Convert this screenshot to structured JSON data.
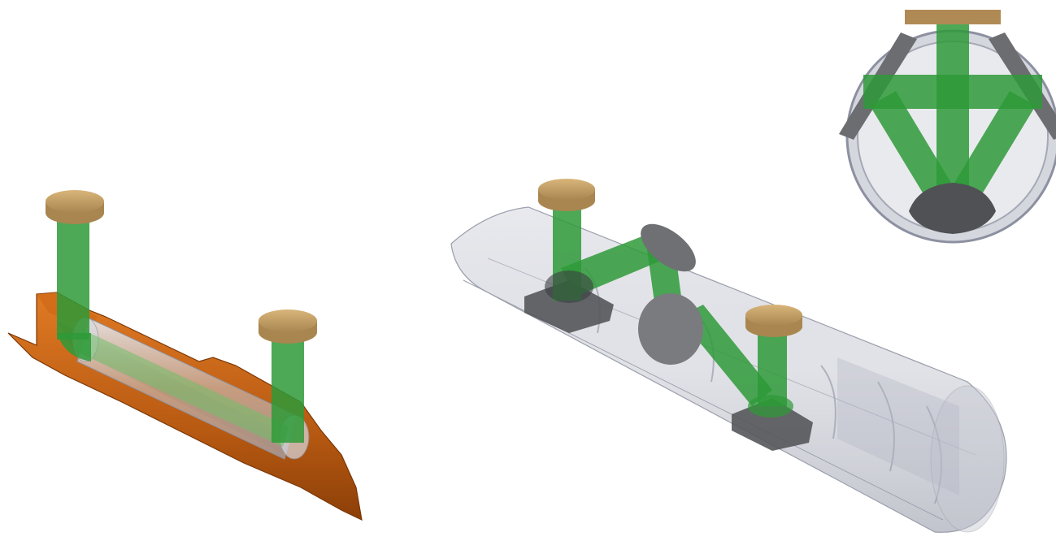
{
  "figure": {
    "panels": [
      {
        "id": "left",
        "content": "orange-housing-with-transparent-tube-and-two-vertical-green-beams"
      },
      {
        "id": "middle",
        "content": "transparent-tube-with-zigzag-green-beam-path-and-grey-mirrors"
      },
      {
        "id": "top-right",
        "content": "cross-section-end-view-with-green-beams"
      }
    ],
    "colors": {
      "beam_green": "#2e9a38",
      "cap_tan": "#c9a466",
      "housing_orange": "#b85a12",
      "glass_grey": "#b9bdca",
      "mirror_grey": "#6f7073",
      "block_dark": "#55575a"
    }
  }
}
